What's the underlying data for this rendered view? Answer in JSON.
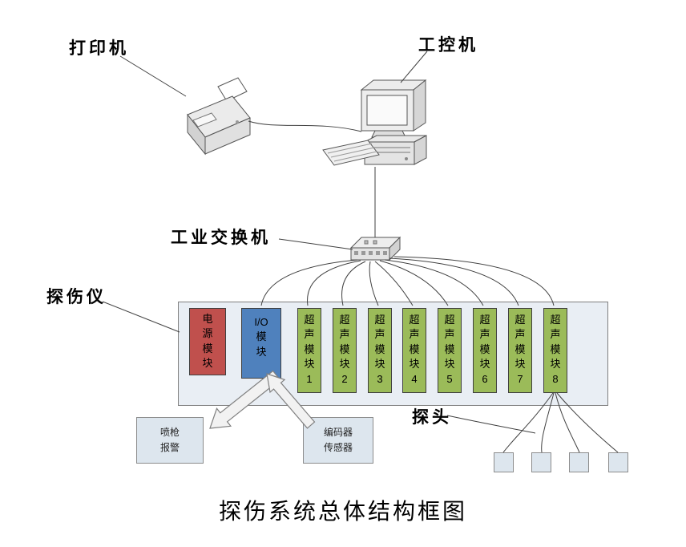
{
  "title": "探伤系统总体结构框图",
  "labels": {
    "printer": "打印机",
    "computer": "工控机",
    "switch": "工业交换机",
    "detector": "探伤仪",
    "probe": "探头"
  },
  "detector": {
    "modules": {
      "power": "电\n源\n模\n块",
      "io": "I/O\n模\n块",
      "ultrasonic": [
        "超\n声\n模\n块\n1",
        "超\n声\n模\n块\n2",
        "超\n声\n模\n块\n3",
        "超\n声\n模\n块\n4",
        "超\n声\n模\n块\n5",
        "超\n声\n模\n块\n6",
        "超\n声\n模\n块\n7",
        "超\n声\n模\n块\n8"
      ]
    }
  },
  "peripherals": {
    "spray_alarm": "喷枪\n报警",
    "encoder_sensor": "编码器\n传感器"
  },
  "colors": {
    "power_module": "#c0504d",
    "io_module": "#4f81bd",
    "ultrasonic_module": "#9bbb59",
    "detector_box_fill": "#e9eef4",
    "peripheral_fill": "#dde6ee",
    "probe_fill": "#dde6ee",
    "line": "#404040"
  }
}
